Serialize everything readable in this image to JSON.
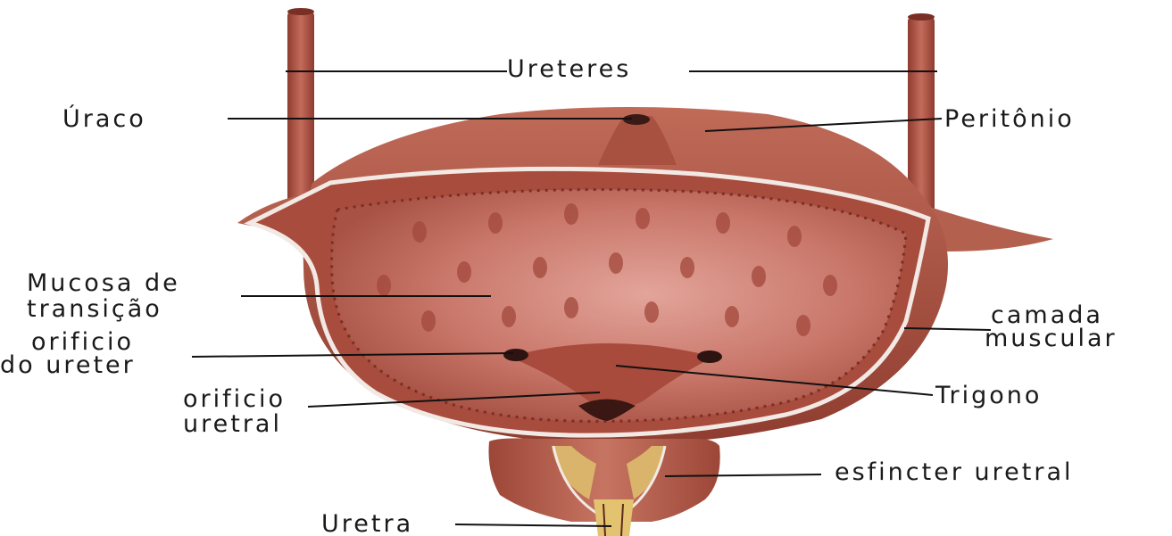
{
  "labels": {
    "ureteres": "Ureteres",
    "uraco": "Úraco",
    "peritonio": "Peritônio",
    "mucosa_1": "Mucosa de",
    "mucosa_2": "transição",
    "orificio_ureter_1": "orificio",
    "orificio_ureter_2": "do ureter",
    "orificio_uretral_1": "orificio",
    "orificio_uretral_2": "uretral",
    "camada_1": "camada",
    "camada_2": "muscular",
    "trigono": "Trigono",
    "esfincter": "esfincter uretral",
    "uretra": "Uretra"
  },
  "colors": {
    "tissue": "#b45a48",
    "tissue_dark": "#8e3b2f",
    "mucosa": "#cf7f73",
    "wall_line": "#f2e9e4",
    "sphincter": "#d9b46a",
    "leader": "#111111"
  }
}
